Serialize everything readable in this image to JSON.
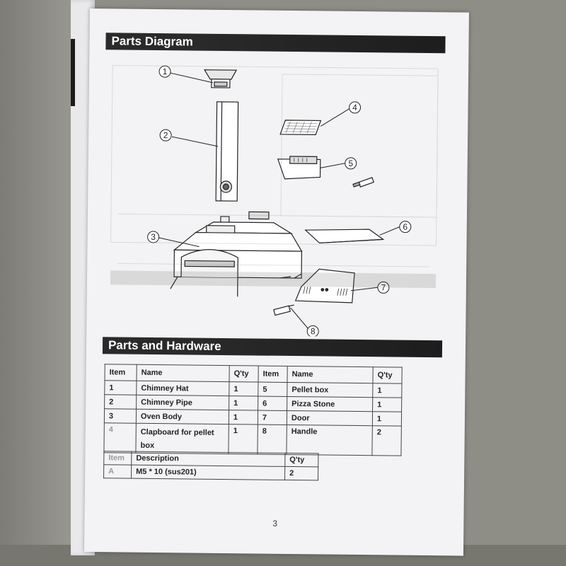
{
  "sections": {
    "diagram_title": "Parts Diagram",
    "hardware_title": "Parts and Hardware"
  },
  "callouts": [
    "1",
    "2",
    "3",
    "4",
    "5",
    "6",
    "7",
    "8"
  ],
  "parts_table": {
    "headers": [
      "Item",
      "Name",
      "Q'ty",
      "Item",
      "Name",
      "Q'ty"
    ],
    "rows": [
      {
        "item": "1",
        "name": "Chimney Hat",
        "qty": "1",
        "item2": "5",
        "name2": "Pellet box",
        "qty2": "1"
      },
      {
        "item": "2",
        "name": "Chimney Pipe",
        "qty": "1",
        "item2": "6",
        "name2": "Pizza Stone",
        "qty2": "1"
      },
      {
        "item": "3",
        "name": "Oven Body",
        "qty": "1",
        "item2": "7",
        "name2": "Door",
        "qty2": "1"
      },
      {
        "item": "4",
        "name": "Clapboard for pellet box",
        "qty": "1",
        "item2": "8",
        "name2": "Handle",
        "qty2": "2"
      }
    ]
  },
  "hardware_table": {
    "headers": [
      "Item",
      "Description",
      "Q'ty"
    ],
    "rows": [
      {
        "item": "A",
        "description": "M5 * 10 (sus201)",
        "qty": "2"
      }
    ]
  },
  "page_number": "3"
}
